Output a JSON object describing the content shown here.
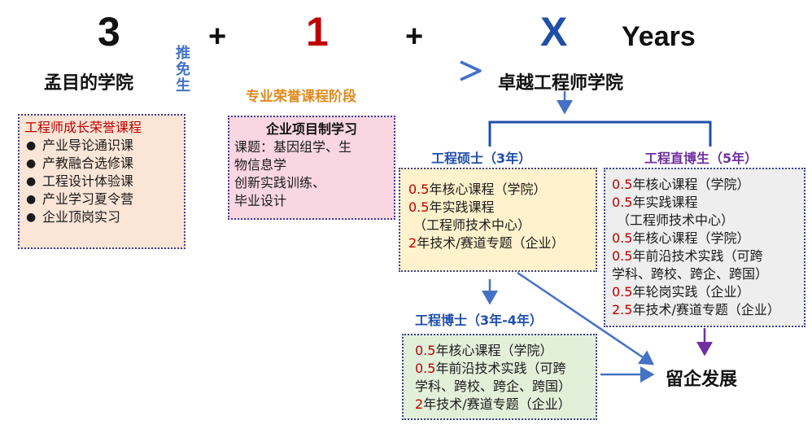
{
  "headline": {
    "n1": "3",
    "plus1": "+",
    "n2": "1",
    "plus2": "+",
    "n3": "X",
    "years": "Years"
  },
  "colors": {
    "red": "#c00000",
    "blue": "#1f4fa8",
    "orange": "#e08a1e",
    "purple": "#7030a0",
    "green": "#2f9e6b"
  },
  "nodes": {
    "mengmu": "孟目的学院",
    "tuimian": "推免生",
    "zhuoyue": "卓越工程师学院",
    "stage": "专业荣誉课程阶段",
    "master": "工程硕士（3年）",
    "direct_phd": "工程直博生（5年）",
    "phd": "工程博士（3年-4年）",
    "liuqi": "留企发展"
  },
  "box_growth": {
    "title": "工程师成长荣誉课程",
    "items": [
      "产业导论通识课",
      "产教融合选修课",
      "工程设计体验课",
      "产业学习夏令营",
      "企业顶岗实习"
    ]
  },
  "box_project": {
    "title": "企业项目制学习",
    "lines": [
      "课题：基因组学、生",
      "物信息学",
      "创新实践训练、",
      "毕业设计"
    ]
  },
  "box_master": {
    "lines": [
      {
        "num": "0.5",
        "text": "年核心课程（学院）"
      },
      {
        "num": "0.5",
        "text": "年实践课程"
      },
      {
        "num": "",
        "text": "（工程师技术中心）"
      },
      {
        "num": "2",
        "text": "年技术/赛道专题（企业）"
      }
    ]
  },
  "box_direct": {
    "lines": [
      {
        "num": "0.5",
        "text": "年核心课程（学院）"
      },
      {
        "num": "0.5",
        "text": "年实践课程"
      },
      {
        "num": "",
        "text": "（工程师技术中心）"
      },
      {
        "num": "0.5",
        "text": "年核心课程（学院）"
      },
      {
        "num": "0.5",
        "text": "年前沿技术实践（可跨"
      },
      {
        "num": "",
        "text": "学科、跨校、跨企、跨国）"
      },
      {
        "num": "0.5",
        "text": "年轮岗实践（企业）"
      },
      {
        "num": "2.5",
        "text": "年技术/赛道专题（企业）"
      }
    ]
  },
  "box_phd": {
    "lines": [
      {
        "num": "0.5",
        "text": "年核心课程（学院）"
      },
      {
        "num": "0.5",
        "text": "年前沿技术实践（可跨"
      },
      {
        "num": "",
        "text": "学科、跨校、跨企、跨国）"
      },
      {
        "num": "2",
        "text": "年技术/赛道专题（企业）"
      }
    ]
  }
}
